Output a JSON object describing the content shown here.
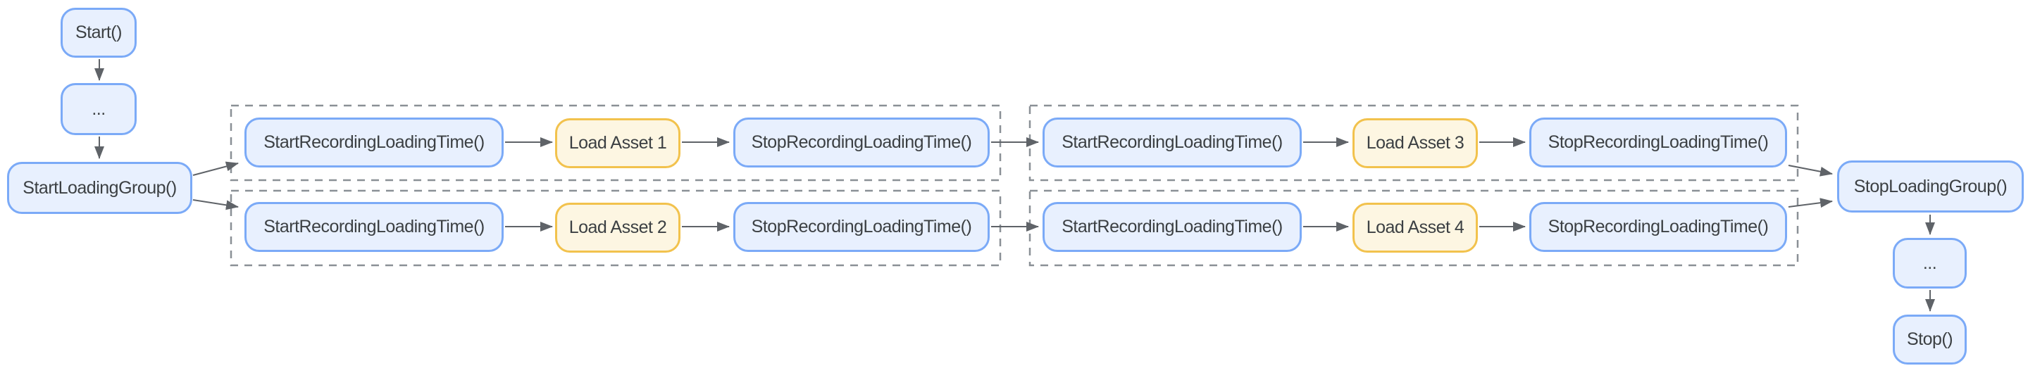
{
  "diagram": {
    "nodes": {
      "start": "Start()",
      "pre_ellipsis": "...",
      "start_loading_group": "StartLoadingGroup()",
      "stop_loading_group": "StopLoadingGroup()",
      "post_ellipsis": "...",
      "stop": "Stop()"
    },
    "loading_groups": [
      {
        "rows": [
          {
            "start": "StartRecordingLoadingTime()",
            "load": "Load Asset 1",
            "stop": "StopRecordingLoadingTime()"
          },
          {
            "start": "StartRecordingLoadingTime()",
            "load": "Load Asset 2",
            "stop": "StopRecordingLoadingTime()"
          }
        ]
      },
      {
        "rows": [
          {
            "start": "StartRecordingLoadingTime()",
            "load": "Load Asset 3",
            "stop": "StopRecordingLoadingTime()"
          },
          {
            "start": "StartRecordingLoadingTime()",
            "load": "Load Asset 4",
            "stop": "StopRecordingLoadingTime()"
          }
        ]
      }
    ],
    "colors": {
      "function_fill": "#e8f0fe",
      "function_border": "#7baaf7",
      "asset_fill": "#fdf6e2",
      "asset_border": "#f2c24d",
      "text": "#3c4043",
      "arrow": "#5f6368",
      "group_outline": "#8a9096",
      "background": "#ffffff"
    }
  }
}
